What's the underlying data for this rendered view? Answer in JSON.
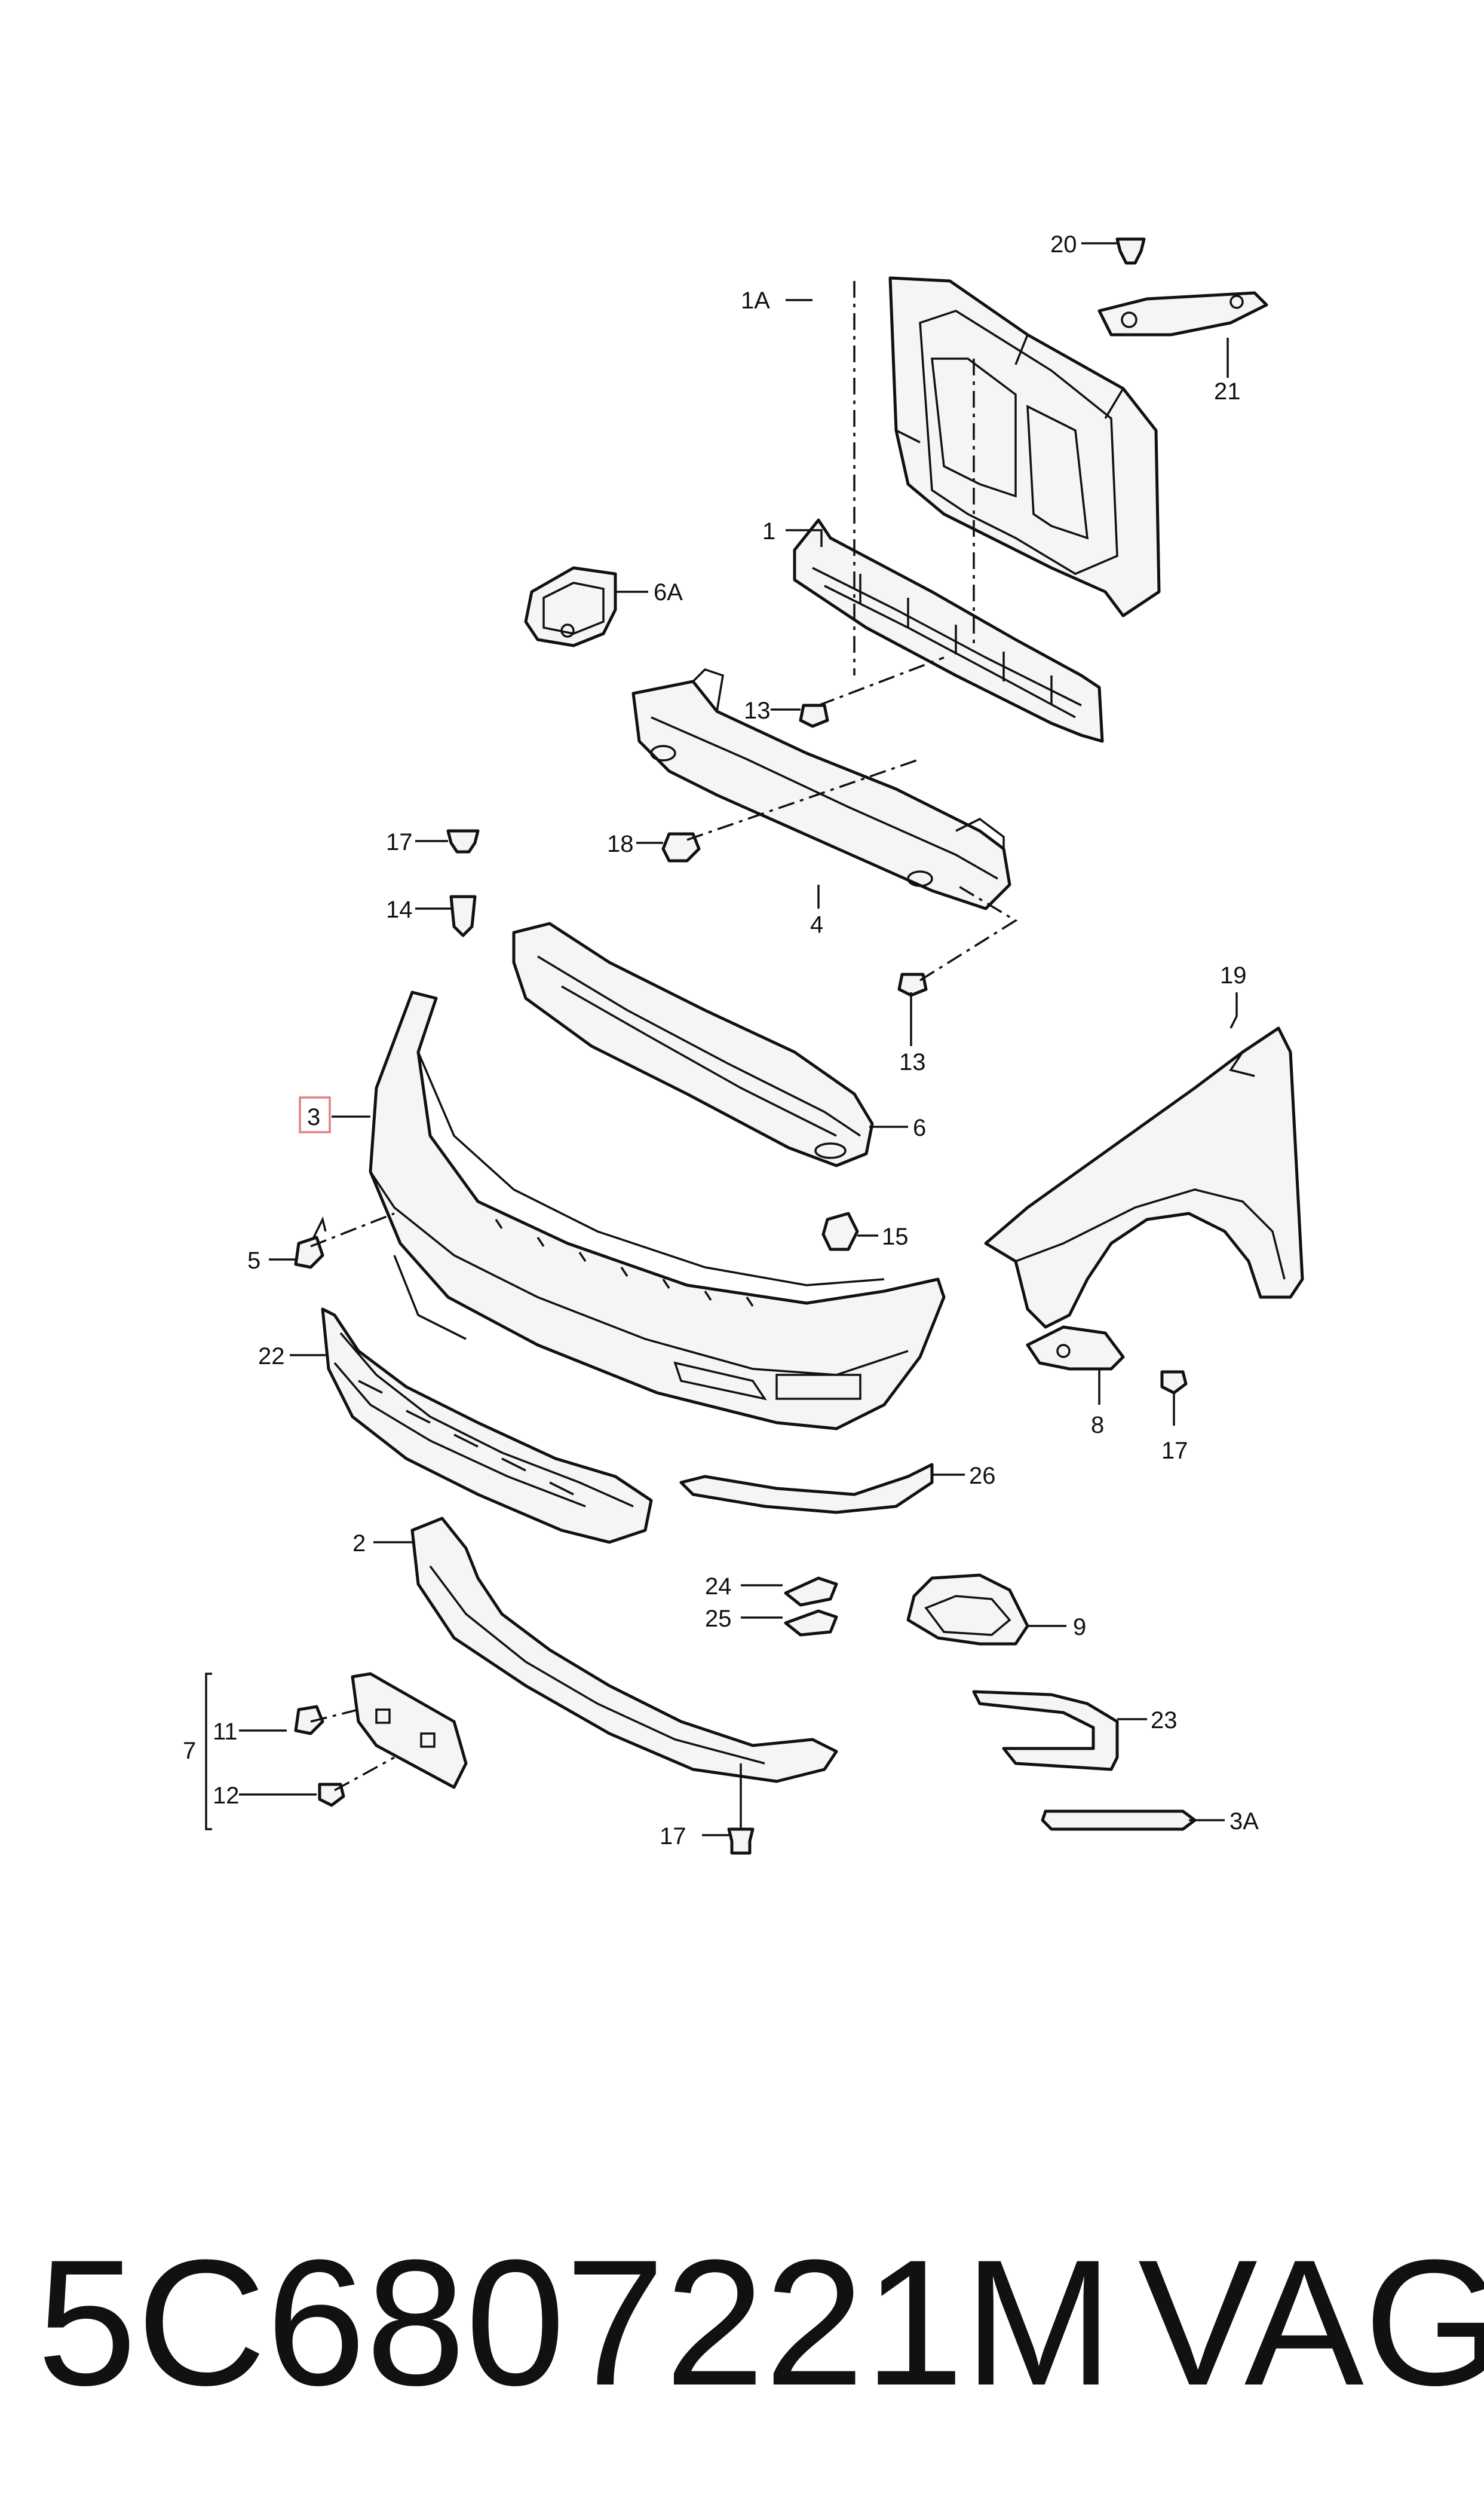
{
  "callouts": {
    "c1A": "1A",
    "c1": "1",
    "c20": "20",
    "c21": "21",
    "c6A": "6A",
    "c13a": "13",
    "c18": "18",
    "c4": "4",
    "c17a": "17",
    "c14": "14",
    "c13b": "13",
    "c19": "19",
    "c3": "3",
    "c6": "6",
    "c5": "5",
    "c15": "15",
    "c22": "22",
    "c8": "8",
    "c17b": "17",
    "c26": "26",
    "c2": "2",
    "c24": "24",
    "c25": "25",
    "c9": "9",
    "c7": "7",
    "c11": "11",
    "c23": "23",
    "c12": "12",
    "c17c": "17",
    "c3A": "3A"
  },
  "footer": {
    "part_number": "5C6807221M",
    "brand": "VAG"
  },
  "colors": {
    "ink": "#111111",
    "highlight_box": "#e08080",
    "background": "#ffffff"
  }
}
